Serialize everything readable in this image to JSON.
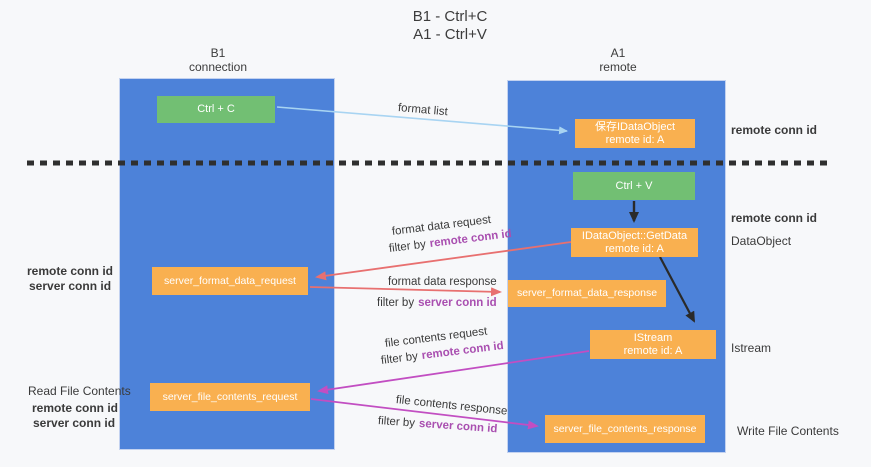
{
  "title": {
    "line1": "B1 - Ctrl+C",
    "line2": "A1 - Ctrl+V"
  },
  "columns": {
    "left": {
      "header_line1": "B1",
      "header_line2": "connection"
    },
    "right": {
      "header_line1": "A1",
      "header_line2": "remote"
    }
  },
  "boxes": {
    "ctrl_c": "Ctrl + C",
    "save_dataobject_line1": "保存IDataObject",
    "save_dataobject_line2": "remote id: A",
    "ctrl_v": "Ctrl + V",
    "getdata_line1": "IDataObject::GetData",
    "getdata_line2": "remote id: A",
    "server_format_data_request": "server_format_data_request",
    "server_format_data_response": "server_format_data_response",
    "istream_line1": "IStream",
    "istream_line2": "remote id: A",
    "server_file_contents_request": "server_file_contents_request",
    "server_file_contents_response": "server_file_contents_response"
  },
  "arrow_labels": {
    "format_list": "format list",
    "format_data_request": "format data request",
    "format_data_response": "format data response",
    "file_contents_request": "file contents request",
    "file_contents_response": "file contents response",
    "filter_by": "filter by",
    "remote_conn_id": "remote conn id",
    "server_conn_id": "server conn id"
  },
  "side_labels": {
    "left": {
      "remote_conn_id_1": "remote conn id",
      "server_conn_id_1": "server conn id",
      "read_file_contents": "Read File Contents",
      "remote_conn_id_2": "remote conn id",
      "server_conn_id_2": "server conn id"
    },
    "right": {
      "remote_conn_id_1": "remote conn id",
      "remote_conn_id_2": "remote conn id",
      "dataobject": "DataObject",
      "istream": "Istream",
      "write_file_contents": "Write File Contents"
    }
  },
  "colors": {
    "lifeline_blue": "#4d82d9",
    "box_orange": "#f9b050",
    "box_green": "#72bf73",
    "accent_purple": "#a94fb0",
    "accent_green": "#55b157",
    "arrow_red": "#e87070",
    "arrow_magenta": "#c24ec2",
    "arrow_lightblue": "#a8d4f2",
    "arrow_black": "#2a2a2a",
    "divider_dark": "#2f2f2f"
  }
}
